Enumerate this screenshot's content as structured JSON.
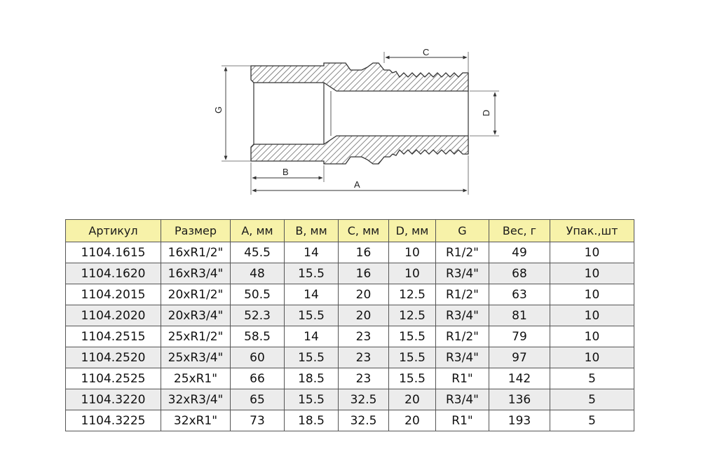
{
  "drawing": {
    "labels": {
      "G": "G",
      "B": "B",
      "A": "A",
      "C": "C",
      "D": "D"
    }
  },
  "table": {
    "headers": [
      "Артикул",
      "Размер",
      "A, мм",
      "B, мм",
      "C, мм",
      "D, мм",
      "G",
      "Вес, г",
      "Упак.,шт"
    ],
    "rows": [
      [
        "1104.1615",
        "16xR1/2\"",
        "45.5",
        "14",
        "16",
        "10",
        "R1/2\"",
        "49",
        "10"
      ],
      [
        "1104.1620",
        "16xR3/4\"",
        "48",
        "15.5",
        "16",
        "10",
        "R3/4\"",
        "68",
        "10"
      ],
      [
        "1104.2015",
        "20xR1/2\"",
        "50.5",
        "14",
        "20",
        "12.5",
        "R1/2\"",
        "63",
        "10"
      ],
      [
        "1104.2020",
        "20xR3/4\"",
        "52.3",
        "15.5",
        "20",
        "12.5",
        "R3/4\"",
        "81",
        "10"
      ],
      [
        "1104.2515",
        "25xR1/2\"",
        "58.5",
        "14",
        "23",
        "15.5",
        "R1/2\"",
        "79",
        "10"
      ],
      [
        "1104.2520",
        "25xR3/4\"",
        "60",
        "15.5",
        "23",
        "15.5",
        "R3/4\"",
        "97",
        "10"
      ],
      [
        "1104.2525",
        "25xR1\"",
        "66",
        "18.5",
        "23",
        "15.5",
        "R1\"",
        "142",
        "5"
      ],
      [
        "1104.3220",
        "32xR3/4\"",
        "65",
        "15.5",
        "32.5",
        "20",
        "R3/4\"",
        "136",
        "5"
      ],
      [
        "1104.3225",
        "32xR1\"",
        "73",
        "18.5",
        "32.5",
        "20",
        "R1\"",
        "193",
        "5"
      ]
    ]
  },
  "colors": {
    "header_bg": "#f7f2a9",
    "stripe_bg": "#ececec",
    "border": "#555555"
  }
}
